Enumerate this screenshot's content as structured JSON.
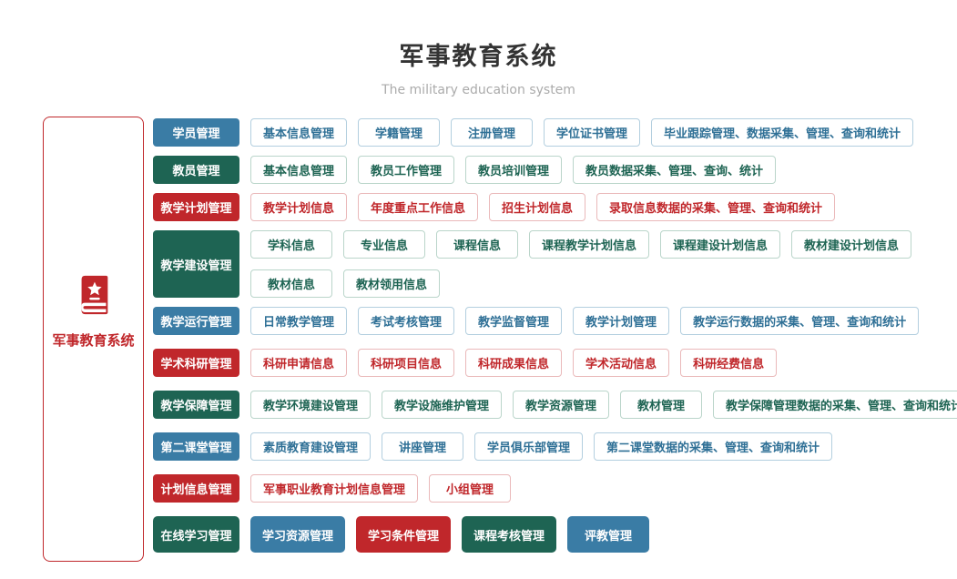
{
  "header": {
    "title": "军事教育系统",
    "subtitle": "The military education system"
  },
  "side_panel": {
    "label": "军事教育系统",
    "icon": "book-star-icon",
    "border_color": "#c0272b"
  },
  "colors": {
    "blue": "#3a7ca5",
    "green": "#1e6453",
    "red": "#c0272b",
    "title_text": "#333333",
    "subtitle_text": "#ababab"
  },
  "rows": [
    {
      "category": {
        "label": "学员管理",
        "color": "blue"
      },
      "lines": [
        [
          {
            "label": "基本信息管理",
            "color": "blue",
            "variant": "outline"
          },
          {
            "label": "学籍管理",
            "color": "blue",
            "variant": "outline"
          },
          {
            "label": "注册管理",
            "color": "blue",
            "variant": "outline"
          },
          {
            "label": "学位证书管理",
            "color": "blue",
            "variant": "outline"
          },
          {
            "label": "毕业跟踪管理、数据采集、管理、查询和统计",
            "color": "blue",
            "variant": "outline"
          }
        ]
      ]
    },
    {
      "category": {
        "label": "教员管理",
        "color": "green"
      },
      "lines": [
        [
          {
            "label": "基本信息管理",
            "color": "green",
            "variant": "outline"
          },
          {
            "label": "教员工作管理",
            "color": "green",
            "variant": "outline"
          },
          {
            "label": "教员培训管理",
            "color": "green",
            "variant": "outline"
          },
          {
            "label": "教员数据采集、管理、查询、统计",
            "color": "green",
            "variant": "outline"
          }
        ]
      ]
    },
    {
      "category": {
        "label": "教学计划管理",
        "color": "red"
      },
      "lines": [
        [
          {
            "label": "教学计划信息",
            "color": "red",
            "variant": "outline"
          },
          {
            "label": "年度重点工作信息",
            "color": "red",
            "variant": "outline"
          },
          {
            "label": "招生计划信息",
            "color": "red",
            "variant": "outline"
          },
          {
            "label": "录取信息数据的采集、管理、查询和统计",
            "color": "red",
            "variant": "outline"
          }
        ]
      ]
    },
    {
      "category": {
        "label": "教学建设管理",
        "color": "green"
      },
      "lines": [
        [
          {
            "label": "学科信息",
            "color": "green",
            "variant": "outline"
          },
          {
            "label": "专业信息",
            "color": "green",
            "variant": "outline"
          },
          {
            "label": "课程信息",
            "color": "green",
            "variant": "outline"
          },
          {
            "label": "课程教学计划信息",
            "color": "green",
            "variant": "outline"
          },
          {
            "label": "课程建设计划信息",
            "color": "green",
            "variant": "outline"
          },
          {
            "label": "教材建设计划信息",
            "color": "green",
            "variant": "outline"
          }
        ],
        [
          {
            "label": "教材信息",
            "color": "green",
            "variant": "outline"
          },
          {
            "label": "教材领用信息",
            "color": "green",
            "variant": "outline"
          }
        ]
      ]
    },
    {
      "category": {
        "label": "教学运行管理",
        "color": "blue"
      },
      "lines": [
        [
          {
            "label": "日常教学管理",
            "color": "blue",
            "variant": "outline"
          },
          {
            "label": "考试考核管理",
            "color": "blue",
            "variant": "outline"
          },
          {
            "label": "教学监督管理",
            "color": "blue",
            "variant": "outline"
          },
          {
            "label": "教学计划管理",
            "color": "blue",
            "variant": "outline"
          },
          {
            "label": "教学运行数据的采集、管理、查询和统计",
            "color": "blue",
            "variant": "outline"
          }
        ]
      ]
    },
    {
      "category": {
        "label": "学术科研管理",
        "color": "red"
      },
      "lines": [
        [
          {
            "label": "科研申请信息",
            "color": "red",
            "variant": "outline"
          },
          {
            "label": "科研项目信息",
            "color": "red",
            "variant": "outline"
          },
          {
            "label": "科研成果信息",
            "color": "red",
            "variant": "outline"
          },
          {
            "label": "学术活动信息",
            "color": "red",
            "variant": "outline"
          },
          {
            "label": "科研经费信息",
            "color": "red",
            "variant": "outline"
          }
        ]
      ]
    },
    {
      "category": {
        "label": "教学保障管理",
        "color": "green"
      },
      "lines": [
        [
          {
            "label": "教学环境建设管理",
            "color": "green",
            "variant": "outline"
          },
          {
            "label": "教学设施维护管理",
            "color": "green",
            "variant": "outline"
          },
          {
            "label": "教学资源管理",
            "color": "green",
            "variant": "outline"
          },
          {
            "label": "教材管理",
            "color": "green",
            "variant": "outline"
          },
          {
            "label": "教学保障管理数据的采集、管理、查询和统计",
            "color": "green",
            "variant": "outline"
          }
        ]
      ]
    },
    {
      "category": {
        "label": "第二课堂管理",
        "color": "blue"
      },
      "lines": [
        [
          {
            "label": "素质教育建设管理",
            "color": "blue",
            "variant": "outline"
          },
          {
            "label": "讲座管理",
            "color": "blue",
            "variant": "outline"
          },
          {
            "label": "学员俱乐部管理",
            "color": "blue",
            "variant": "outline"
          },
          {
            "label": "第二课堂数据的采集、管理、查询和统计",
            "color": "blue",
            "variant": "outline"
          }
        ]
      ]
    },
    {
      "category": {
        "label": "计划信息管理",
        "color": "red"
      },
      "lines": [
        [
          {
            "label": "军事职业教育计划信息管理",
            "color": "red",
            "variant": "outline"
          },
          {
            "label": "小组管理",
            "color": "red",
            "variant": "outline"
          }
        ]
      ]
    },
    {
      "category": {
        "label": "在线学习管理",
        "color": "green"
      },
      "tall": true,
      "lines": [
        [
          {
            "label": "学习资源管理",
            "color": "blue",
            "variant": "solid"
          },
          {
            "label": "学习条件管理",
            "color": "red",
            "variant": "solid"
          },
          {
            "label": "课程考核管理",
            "color": "green",
            "variant": "solid"
          },
          {
            "label": "评教管理",
            "color": "blue",
            "variant": "solid"
          }
        ]
      ]
    }
  ]
}
